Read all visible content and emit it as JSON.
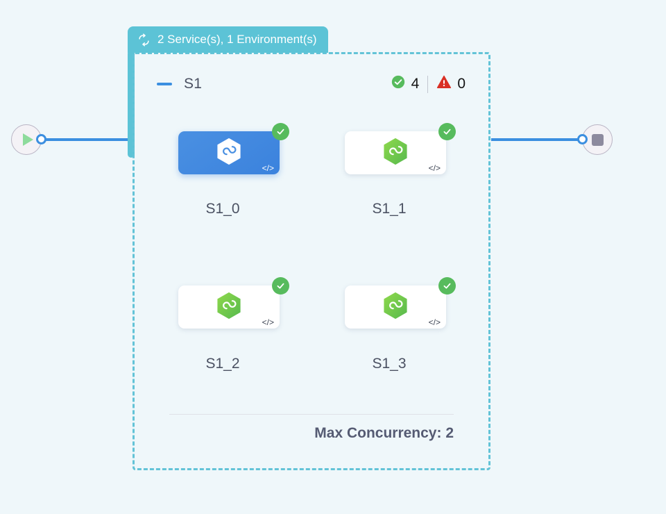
{
  "canvas": {
    "background_color": "#eff7fa"
  },
  "start_node": {
    "icon": "play-icon",
    "label": "Start"
  },
  "stop_node": {
    "icon": "stop-icon",
    "label": "Stop"
  },
  "group": {
    "header": {
      "icon": "loop-arrows-icon",
      "title": "2 Service(s), 1 Environment(s)",
      "background_color": "#5cc3d6",
      "text_color": "#ffffff"
    },
    "border_color": "#63c3d7",
    "section": {
      "collapse_icon": "minus-icon",
      "name": "S1",
      "success": {
        "icon": "check-circle-icon",
        "count": "4",
        "color": "#57bb5d"
      },
      "warning": {
        "icon": "warning-triangle-icon",
        "count": "0",
        "color": "#d93025"
      }
    },
    "nodes": [
      {
        "label": "S1_0",
        "selected": true,
        "status_icon": "check-circle-badge-icon",
        "status": "success",
        "service_icon": "hexagon-loop-icon",
        "code_glyph": "</>"
      },
      {
        "label": "S1_1",
        "selected": false,
        "status_icon": "check-circle-badge-icon",
        "status": "success",
        "service_icon": "hexagon-loop-icon",
        "code_glyph": "</>"
      },
      {
        "label": "S1_2",
        "selected": false,
        "status_icon": "check-circle-badge-icon",
        "status": "success",
        "service_icon": "hexagon-loop-icon",
        "code_glyph": "</>"
      },
      {
        "label": "S1_3",
        "selected": false,
        "status_icon": "check-circle-badge-icon",
        "status": "success",
        "service_icon": "hexagon-loop-icon",
        "code_glyph": "</>"
      }
    ],
    "footer": {
      "max_concurrency_label": "Max Concurrency: 2"
    }
  }
}
